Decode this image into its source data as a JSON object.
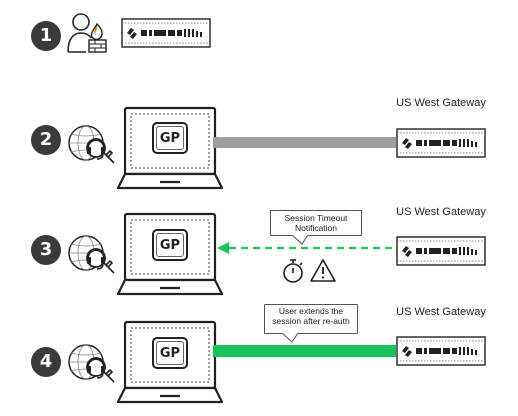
{
  "steps": [
    {
      "number": "1"
    },
    {
      "number": "2",
      "gateway_label": "US West Gateway",
      "app_label": "GP"
    },
    {
      "number": "3",
      "gateway_label": "US West Gateway",
      "app_label": "GP",
      "callout": "Session Timeout Notification"
    },
    {
      "number": "4",
      "gateway_label": "US West Gateway",
      "app_label": "GP",
      "callout": "User extends the session after re-auth"
    }
  ],
  "colors": {
    "badge": "#3a3a3a",
    "tunnel_idle": "#9e9e9e",
    "tunnel_active": "#19c25a",
    "notification_arrow": "#19c25a",
    "outline": "#222222"
  },
  "icons": [
    "user-firewall-icon",
    "globe-headset-icon",
    "firewall-appliance-icon",
    "laptop-icon",
    "stopwatch-icon",
    "warning-icon"
  ]
}
